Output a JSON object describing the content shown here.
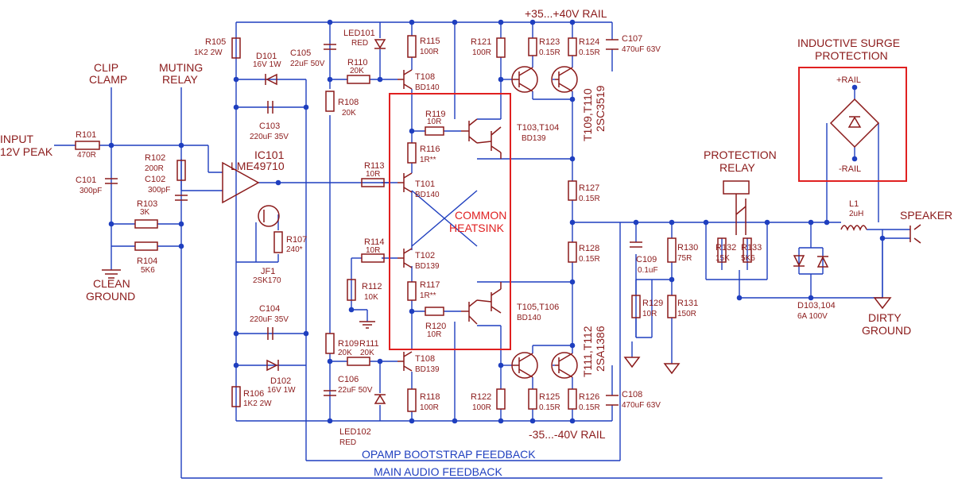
{
  "labels": {
    "input": [
      "INPUT",
      "12V PEAK"
    ],
    "clip_clamp": [
      "CLIP",
      "CLAMP"
    ],
    "muting_relay": [
      "MUTING",
      "RELAY"
    ],
    "clean_ground": [
      "CLEAN",
      "GROUND"
    ],
    "pos_rail": "+35...+40V RAIL",
    "neg_rail": "-35...-40V RAIL",
    "heatsink": [
      "COMMON",
      "HEATSINK"
    ],
    "protection_relay": [
      "PROTECTION",
      "RELAY"
    ],
    "surge": [
      "INDUCTIVE SURGE",
      "PROTECTION"
    ],
    "surge_pos": "+RAIL",
    "surge_neg": "-RAIL",
    "speaker": "SPEAKER",
    "dirty_ground": [
      "DIRTY",
      "GROUND"
    ],
    "bootstrap_fb": "OPAMP BOOTSTRAP FEEDBACK",
    "main_fb": "MAIN AUDIO FEEDBACK"
  },
  "components": {
    "R101": [
      "R101",
      "470R"
    ],
    "C101": [
      "C101",
      "300pF"
    ],
    "R102": [
      "R102",
      "200R"
    ],
    "C102": [
      "C102",
      "300pF"
    ],
    "R103": [
      "R103",
      "3K"
    ],
    "R104": [
      "R104",
      "5K6"
    ],
    "R105": [
      "R105",
      "1K2 2W"
    ],
    "D101": [
      "D101",
      "16V 1W"
    ],
    "C105": [
      "C105",
      "22uF 50V"
    ],
    "C103": [
      "C103",
      "220uF 35V"
    ],
    "IC101": [
      "IC101",
      "LME49710"
    ],
    "R107": [
      "R107",
      "240*"
    ],
    "JF1": [
      "JF1",
      "2SK170"
    ],
    "C104": [
      "C104",
      "220uF 35V"
    ],
    "D102": [
      "D102",
      "16V 1W"
    ],
    "R106": [
      "R106",
      "1K2 2W"
    ],
    "LED101": [
      "LED101",
      "RED"
    ],
    "R110": [
      "R110",
      "20K"
    ],
    "R108": [
      "R108",
      "20K"
    ],
    "R113": [
      "R113",
      "10R"
    ],
    "R114": [
      "R114",
      "10R"
    ],
    "R112": [
      "R112",
      "10K"
    ],
    "R109": [
      "R109",
      "20K"
    ],
    "R111": [
      "R111",
      "20K"
    ],
    "C106": [
      "C106",
      "22uF 50V"
    ],
    "LED102": [
      "LED102",
      "RED"
    ],
    "R115": [
      "R115",
      "100R"
    ],
    "T108a": [
      "T108",
      "BD140"
    ],
    "R119": [
      "R119",
      "10R"
    ],
    "R116": [
      "R116",
      "1R**"
    ],
    "T101": [
      "T101",
      "BD140"
    ],
    "T102": [
      "T102",
      "BD139"
    ],
    "R117": [
      "R117",
      "1R**"
    ],
    "R120": [
      "R120",
      "10R"
    ],
    "T108b": [
      "T108",
      "BD139"
    ],
    "R118": [
      "R118",
      "100R"
    ],
    "T103": [
      "T103,T104",
      "BD139"
    ],
    "T105": [
      "T105,T106",
      "BD140"
    ],
    "R121": [
      "R121",
      "100R"
    ],
    "R122": [
      "R122",
      "100R"
    ],
    "R123": [
      "R123",
      "0.15R"
    ],
    "R124": [
      "R124",
      "0.15R"
    ],
    "R125": [
      "R125",
      "0.15R"
    ],
    "R126": [
      "R126",
      "0.15R"
    ],
    "R127": [
      "R127",
      "0.15R"
    ],
    "R128": [
      "R128",
      "0.15R"
    ],
    "T109": [
      "T109,T110",
      "2SC3519"
    ],
    "T111": [
      "T111,T112",
      "2SA1386"
    ],
    "C107": [
      "C107",
      "470uF 63V"
    ],
    "C108": [
      "C108",
      "470uF 63V"
    ],
    "C109": [
      "C109",
      "0.1uF"
    ],
    "R129": [
      "R129",
      "10R"
    ],
    "R130": [
      "R130",
      "75R"
    ],
    "R131": [
      "R131",
      "150R"
    ],
    "R132": [
      "R132",
      "15K"
    ],
    "R133": [
      "R133",
      "5K6"
    ],
    "L1": [
      "L1",
      "2uH"
    ],
    "D103": [
      "D103,104",
      "6A 100V"
    ]
  }
}
